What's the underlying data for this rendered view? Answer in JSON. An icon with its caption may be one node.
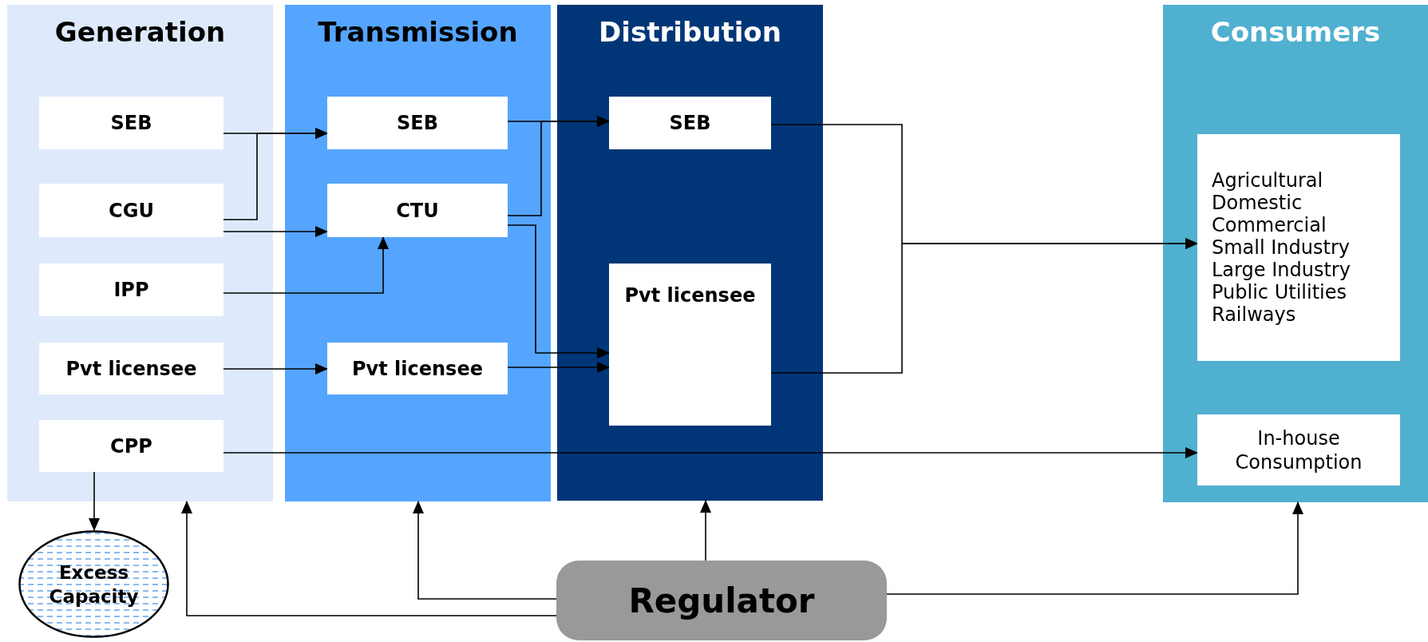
{
  "diagram": {
    "nodes": [
      {
        "text": [
          "Generation"
        ]
      },
      {
        "text": [
          "SEB"
        ],
        "in": 0
      },
      {
        "text": [
          "CGU"
        ],
        "in": 0
      },
      {
        "text": [
          "IPP"
        ],
        "in": 0
      },
      {
        "text": [
          "Pvt licensee"
        ],
        "in": 0
      },
      {
        "text": [
          "CPP"
        ],
        "in": 0
      },
      {
        "text": [
          "Transmission"
        ]
      },
      {
        "text": [
          "SEB"
        ],
        "in": 6
      },
      {
        "text": [
          "CTU"
        ],
        "in": 6
      },
      {
        "text": [
          "Pvt licensee"
        ],
        "in": 6
      },
      {
        "text": [
          "Distribution"
        ]
      },
      {
        "text": [
          "SEB"
        ],
        "in": 10
      },
      {
        "text": [
          "Pvt licensee"
        ],
        "in": 10
      },
      {
        "text": [
          "Consumers"
        ]
      },
      {
        "text": [
          "Agricultural",
          "Domestic",
          "Commercial",
          "Small Industry",
          "Large Industry",
          "Public Utilities",
          "Railways"
        ],
        "in": 13
      },
      {
        "text": [
          "In-house Consumption"
        ],
        "in": 13
      },
      {
        "text": [
          "Excess Capacity"
        ]
      },
      {
        "text": [
          "Regulator"
        ]
      }
    ],
    "edges": [
      {
        "from": 1,
        "to": 7,
        "arrow": "to"
      },
      {
        "from": 2,
        "to": 7,
        "arrow": "to"
      },
      {
        "from": 2,
        "to": 8,
        "arrow": "to"
      },
      {
        "from": 3,
        "to": 8,
        "arrow": "to"
      },
      {
        "from": 4,
        "to": 9,
        "arrow": "to"
      },
      {
        "from": 7,
        "to": 11,
        "arrow": "to"
      },
      {
        "from": 8,
        "to": 11,
        "arrow": "to"
      },
      {
        "from": 8,
        "to": 12,
        "arrow": "to"
      },
      {
        "from": 9,
        "to": 12,
        "arrow": "to"
      },
      {
        "from": 11,
        "to": 14,
        "arrow": "to"
      },
      {
        "from": 12,
        "to": 14,
        "arrow": "to"
      },
      {
        "from": 5,
        "to": 15,
        "arrow": "to"
      },
      {
        "from": 5,
        "to": 16,
        "arrow": "to"
      },
      {
        "from": 17,
        "to": 0,
        "arrow": "to"
      },
      {
        "from": 17,
        "to": 6,
        "arrow": "to"
      },
      {
        "from": 17,
        "to": 10,
        "arrow": "to"
      },
      {
        "from": 17,
        "to": 13,
        "arrow": "to"
      }
    ]
  }
}
